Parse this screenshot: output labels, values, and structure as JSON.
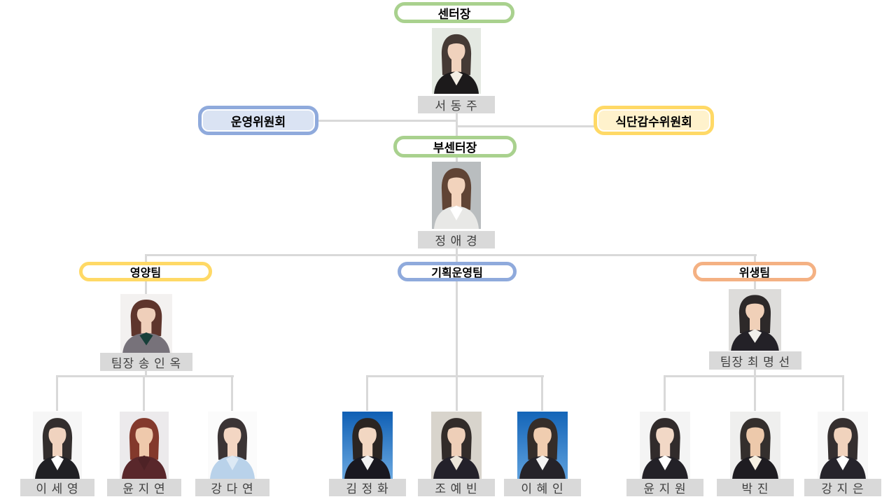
{
  "palette": {
    "green": "#A9D18E",
    "blue": "#8FAADC",
    "blue_fill": "#DAE3F3",
    "gold": "#FFD966",
    "gold_fill": "#FFF2CC",
    "orange": "#F4B183",
    "label_gray": "#D9D9D9",
    "connector": "#D9D9D9",
    "text_dark": "#3F3F3F"
  },
  "org": {
    "director": {
      "title": "센터장",
      "name": "서 동 주"
    },
    "committees": {
      "left": "운영위원회",
      "right": "식단감수위원회"
    },
    "deputy": {
      "title": "부센터장",
      "name": "정 애 경"
    },
    "teams": [
      {
        "label": "영양팀",
        "leader": "팀장 송 인 옥",
        "members": [
          "이 세 영",
          "윤 지 연",
          "강 다 연"
        ]
      },
      {
        "label": "기획운영팀",
        "members": [
          "김 정 화",
          "조 예 빈",
          "이 혜 인"
        ]
      },
      {
        "label": "위생팀",
        "leader": "팀장 최 명 선",
        "members": [
          "윤 지 원",
          "박 진",
          "강 지 은"
        ]
      }
    ]
  },
  "photos": {
    "director": {
      "bg": "#e4e9e2",
      "hair": "#453a35",
      "skin": "#f0d2bd",
      "suit": "#1c1a1b",
      "shirt": "#f3eee4"
    },
    "deputy": {
      "bg": "#b9bdbf",
      "hair": "#604435",
      "skin": "#f2d3bc",
      "suit": "#e8e8e6",
      "shirt": "#ffffff"
    },
    "team0_leader": {
      "bg": "#f3f1f0",
      "hair": "#5e352c",
      "skin": "#efcfba",
      "suit": "#77727a",
      "shirt": "#173f39"
    },
    "team0_m0": {
      "bg": "#f6f6f6",
      "hair": "#332e2d",
      "skin": "#f0d3bf",
      "suit": "#202024",
      "shirt": "#ffffff"
    },
    "team0_m1": {
      "bg": "#eceaec",
      "hair": "#83392c",
      "skin": "#efc9ac",
      "suit": "#59272b",
      "shirt": "#4e2226"
    },
    "team0_m2": {
      "bg": "#fbfbfb",
      "hair": "#3b3435",
      "skin": "#f3d6c3",
      "suit": "#b9d2ea",
      "shirt": "#dce9f5"
    },
    "team1_m0": {
      "bg": "linear-gradient(180deg,#0f5fb4,#6aa8e0)",
      "hair": "#2b2522",
      "skin": "#f2d7c2",
      "suit": "#191820",
      "shirt": "#f2f2f2"
    },
    "team1_m1": {
      "bg": "#d8d4cc",
      "hair": "#322c29",
      "skin": "#eecfb8",
      "suit": "#23212a",
      "shirt": "#ece6da"
    },
    "team1_m2": {
      "bg": "linear-gradient(180deg,#1465b8,#5ea0dd)",
      "hair": "#352d29",
      "skin": "#f0cdb0",
      "suit": "#252329",
      "shirt": "#f4f4f4"
    },
    "team2_leader": {
      "bg": "#dddcda",
      "hair": "#2d2929",
      "skin": "#f0d0b8",
      "suit": "#232127",
      "shirt": "#f0efeb"
    },
    "team2_m0": {
      "bg": "#f4f4f4",
      "hair": "#312b2b",
      "skin": "#f2d8c6",
      "suit": "#232127",
      "shirt": "#ffffff"
    },
    "team2_m1": {
      "bg": "#efefee",
      "hair": "#342f2d",
      "skin": "#edc9ab",
      "suit": "#1e1c21",
      "shirt": "#f6f0e3"
    },
    "team2_m2": {
      "bg": "#f7f7f7",
      "hair": "#352f2f",
      "skin": "#f1d3bd",
      "suit": "#26242b",
      "shirt": "#ffffff"
    }
  }
}
